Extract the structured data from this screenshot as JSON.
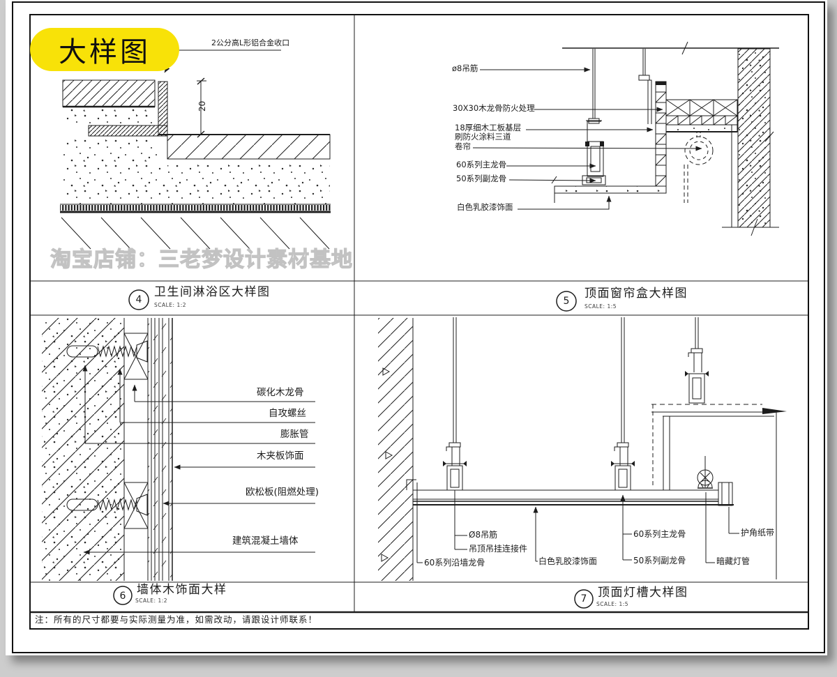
{
  "colors": {
    "background": "#cdcdcd",
    "paper": "#ffffff",
    "line": "#1c1c1c",
    "highlight_yellow": "#F8E208",
    "watermark_gray": "#c2c2c2"
  },
  "badge": {
    "text": "大样图"
  },
  "watermark": {
    "text": "淘宝店铺：三老梦设计素材基地"
  },
  "note": {
    "text": "注：所有的尺寸都要与实际测量为准，如需改动，请跟设计师联系！"
  },
  "panels": [
    {
      "number": "4",
      "title": "卫生间淋浴区大样图",
      "scale": "SCALE:  1:2",
      "labels": {
        "edge_trim": "2公分高L形铝合金收口",
        "height_dim": "20"
      }
    },
    {
      "number": "5",
      "title": "顶面窗帘盒大样图",
      "scale": "SCALE:  1:5",
      "labels": {
        "rod": "ø8吊筋",
        "wood_keel": "30X30木龙骨防火处理",
        "base_board": "18厚细木工板基层",
        "fire_paint": "刷防火涂料三道",
        "curtain": "卷帘",
        "main_keel": "60系列主龙骨",
        "sub_keel": "50系列副龙骨",
        "paint": "白色乳胶漆饰面"
      }
    },
    {
      "number": "6",
      "title": "墙体木饰面大样",
      "scale": "SCALE:  1:2",
      "labels": {
        "keel": "碳化木龙骨",
        "screw": "自攻螺丝",
        "anchor": "膨胀管",
        "plywood": "木夹板饰面",
        "osb": "欧松板(阻燃处理)",
        "wall": "建筑混凝土墙体"
      }
    },
    {
      "number": "7",
      "title": "顶面灯槽大样图",
      "scale": "SCALE:  1:5",
      "labels": {
        "rod": "Ø8吊筋",
        "hanger": "吊顶吊挂连接件",
        "edge_keel": "60系列沿墙龙骨",
        "paint": "白色乳胶漆饰面",
        "main_keel": "60系列主龙骨",
        "sub_keel": "50系列副龙骨",
        "corner_tape": "护角纸带",
        "lamp": "暗藏灯管"
      }
    }
  ]
}
